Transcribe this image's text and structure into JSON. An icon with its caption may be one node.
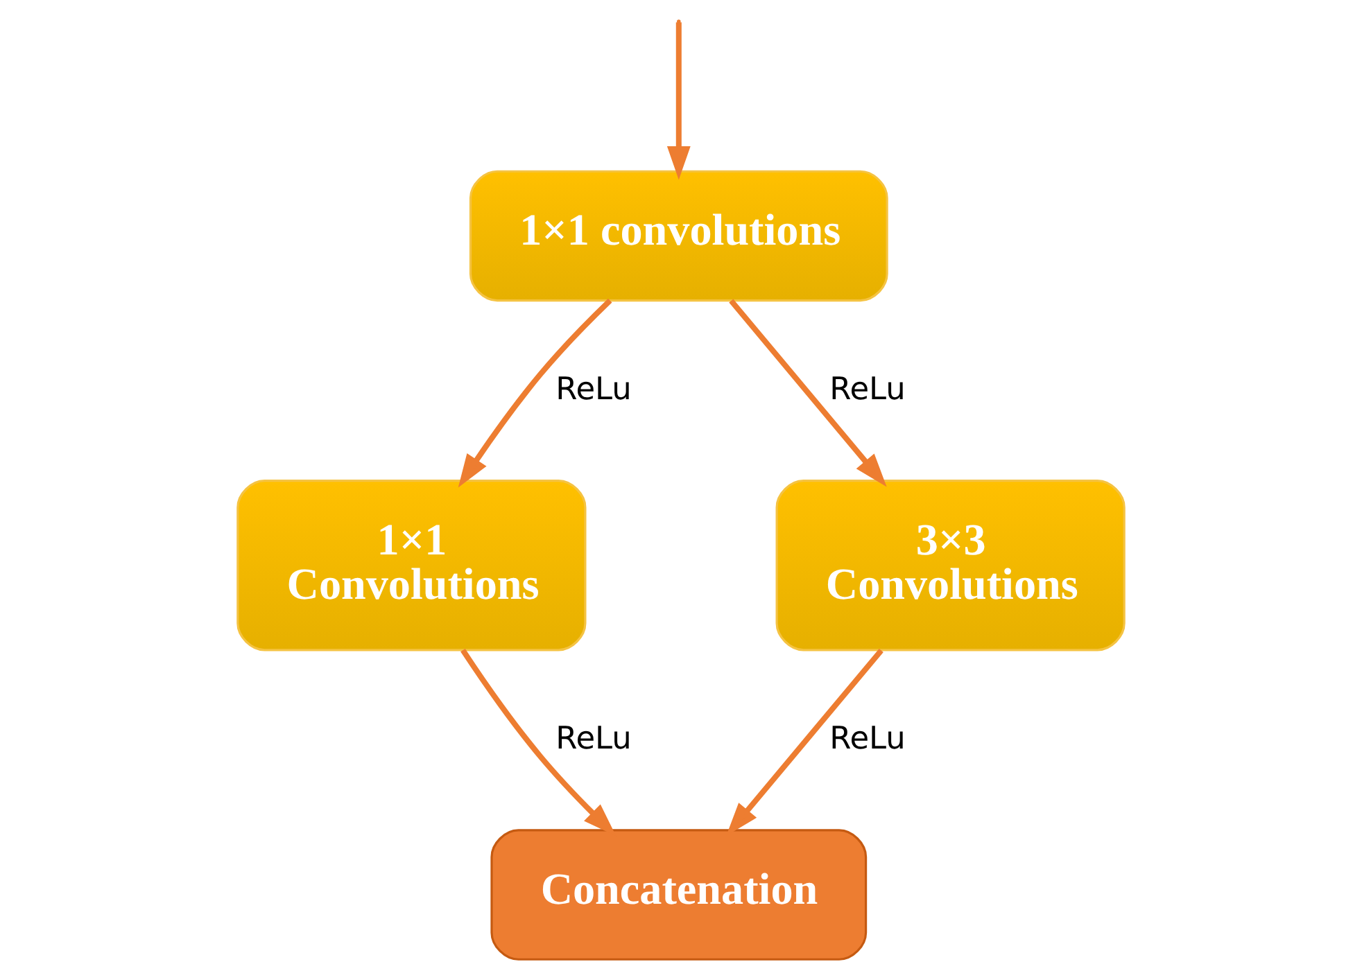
{
  "diagram": {
    "nodes": [
      {
        "text": [
          "1×1 convolutions"
        ]
      },
      {
        "text": [
          "1×1 Convolutions"
        ]
      },
      {
        "text": [
          "3×3 Convolutions"
        ]
      },
      {
        "text": [
          "Concatenation"
        ]
      }
    ],
    "edges": [
      {
        "from": null,
        "to": 0,
        "arrow": "to"
      },
      {
        "from": 0,
        "to": 1,
        "arrow": "to",
        "label": "ReLu"
      },
      {
        "from": 0,
        "to": 2,
        "arrow": "to",
        "label": "ReLu"
      },
      {
        "from": 1,
        "to": 3,
        "arrow": "to",
        "label": "ReLu"
      },
      {
        "from": 2,
        "to": 3,
        "arrow": "to",
        "label": "ReLu"
      }
    ]
  }
}
